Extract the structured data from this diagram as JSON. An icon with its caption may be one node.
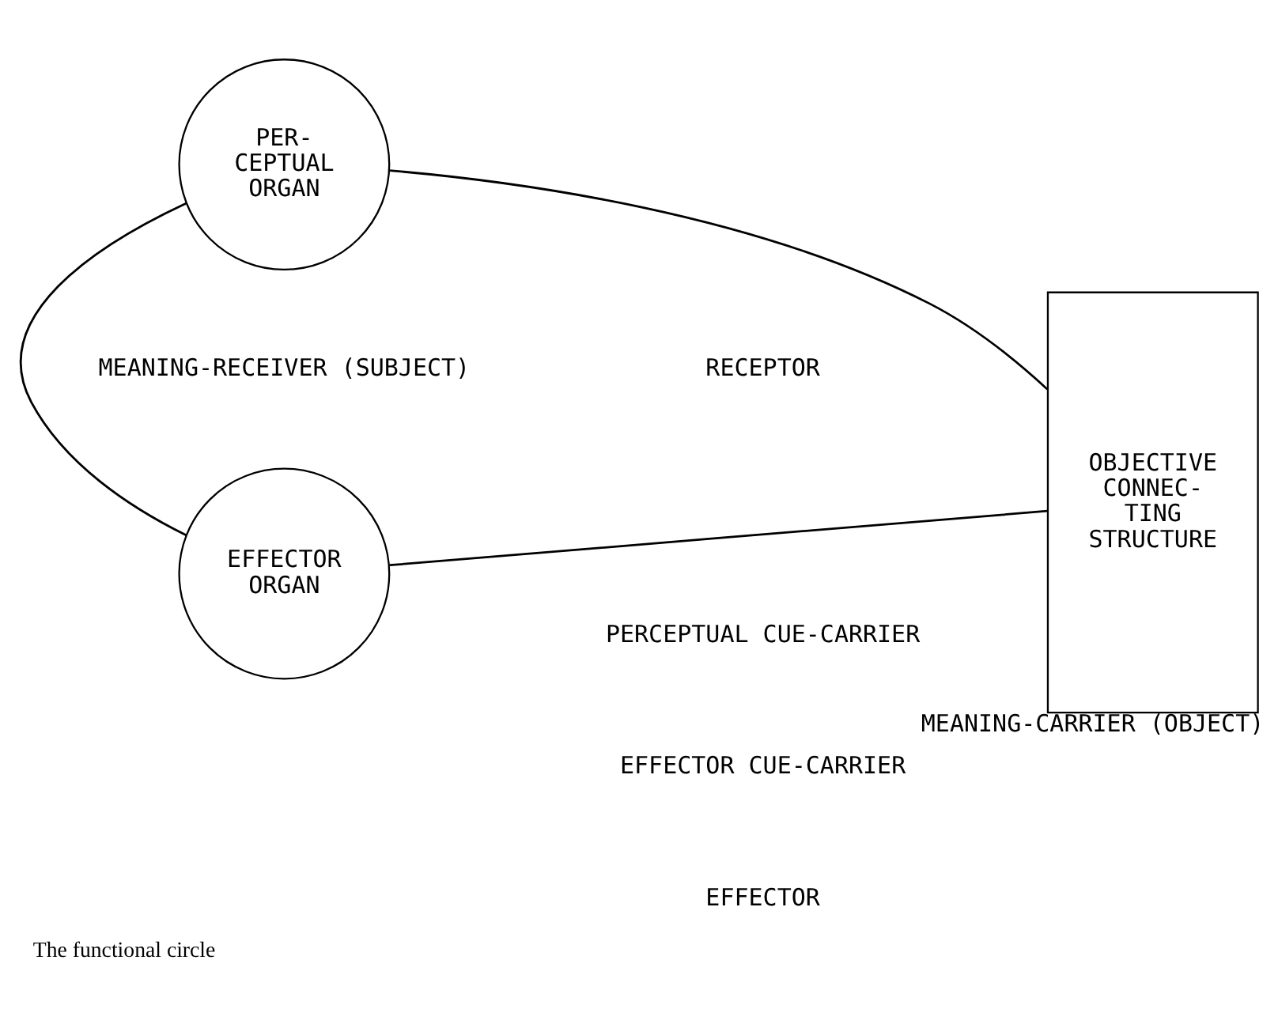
{
  "diagram": {
    "caption": "The functional circle",
    "nodes": [
      {
        "text": [
          "PER- CEPTUAL ORGAN"
        ]
      },
      {
        "text": [
          "EFFECTOR ORGAN"
        ]
      },
      {
        "text": [
          "OBJECTIVE CONNEC- TING STRUCTURE"
        ],
        "beside": [
          "MEANING-CARRIER (OBJECT)"
        ]
      }
    ],
    "edges": [
      {
        "from": 0,
        "to": 1,
        "arrow": "none"
      },
      {
        "from": 0,
        "to": 2,
        "arrow": "none"
      },
      {
        "from": 2,
        "to": 1,
        "arrow": "none"
      }
    ],
    "labels": [
      "MEANING-RECEIVER (SUBJECT)",
      "RECEPTOR",
      "PERCEPTUAL CUE-CARRIER",
      "EFFECTOR CUE-CARRIER",
      "EFFECTOR"
    ]
  }
}
